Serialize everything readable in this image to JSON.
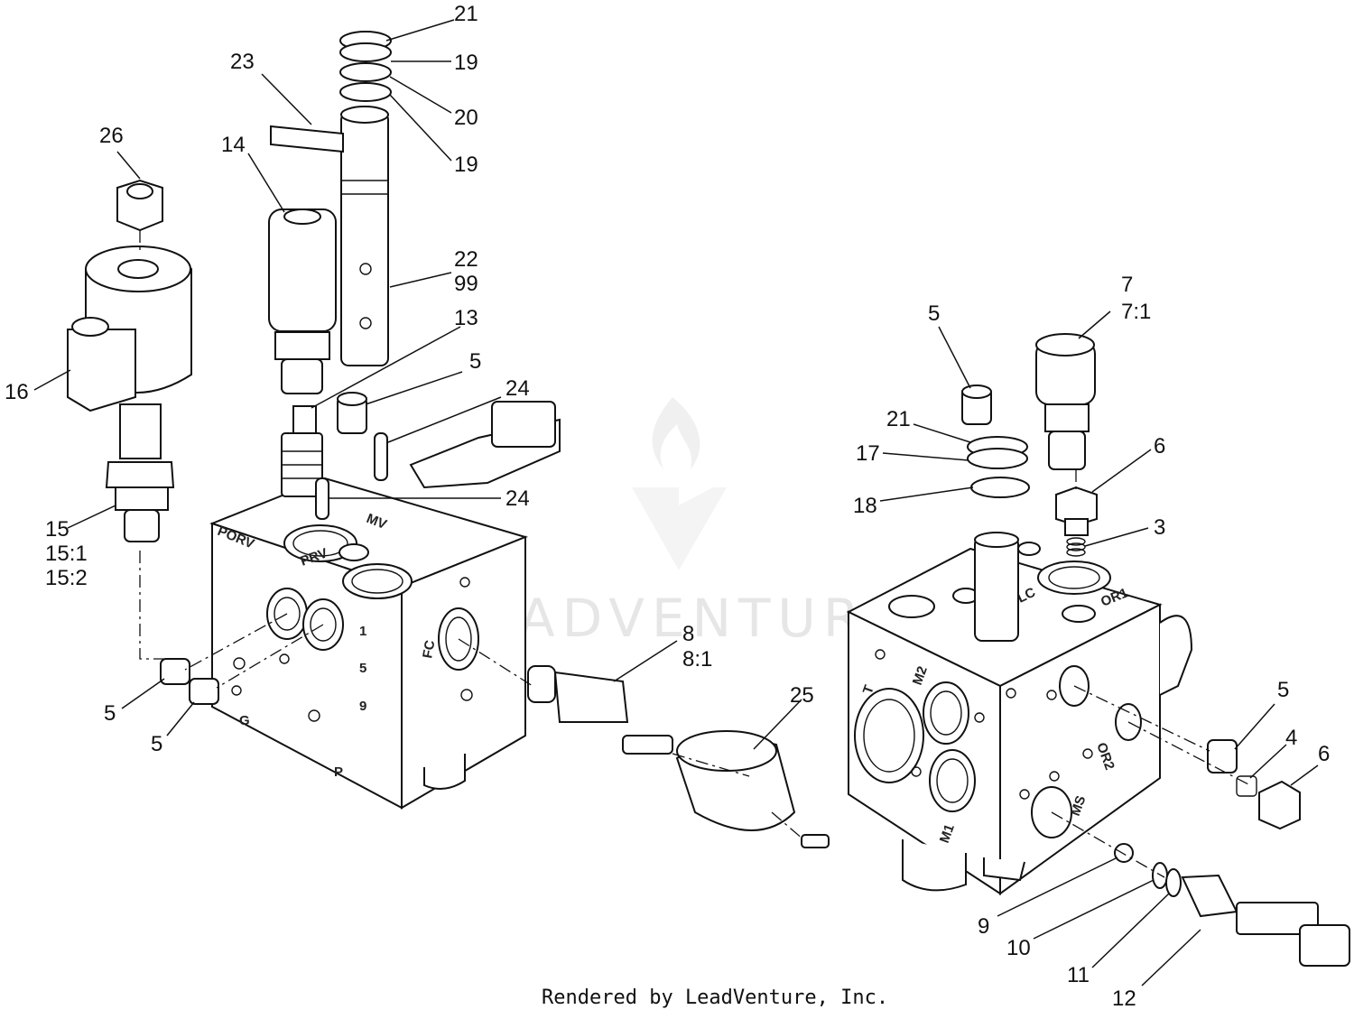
{
  "watermark": "LEADVENTURE",
  "credit": "Rendered by LeadVenture, Inc.",
  "callouts": {
    "c21a": "21",
    "c19a": "19",
    "c23": "23",
    "c20": "20",
    "c19b": "19",
    "c26": "26",
    "c14": "14",
    "c22": "22",
    "c99": "99",
    "c13": "13",
    "c5a": "5",
    "c24a": "24",
    "c16": "16",
    "c24b": "24",
    "c15": "15",
    "c15_1": "15:1",
    "c15_2": "15:2",
    "c8": "8",
    "c8_1": "8:1",
    "c25": "25",
    "c5b": "5",
    "c5c": "5",
    "c5d": "5",
    "c7": "7",
    "c7_1": "7:1",
    "c21b": "21",
    "c17": "17",
    "c6a": "6",
    "c18": "18",
    "c3": "3",
    "c5e": "5",
    "c4": "4",
    "c6b": "6",
    "c9": "9",
    "c10": "10",
    "c11": "11",
    "c12": "12"
  },
  "ports": {
    "porv": "PORV",
    "prv": "PRV",
    "mv": "MV",
    "fc": "FC",
    "n1": "1",
    "n5": "5",
    "n9": "9",
    "g": "G",
    "p": "P",
    "t": "T",
    "m2": "M2",
    "m1": "M1",
    "lc": "LC",
    "or1": "OR1",
    "or2": "OR2",
    "ms": "MS"
  }
}
